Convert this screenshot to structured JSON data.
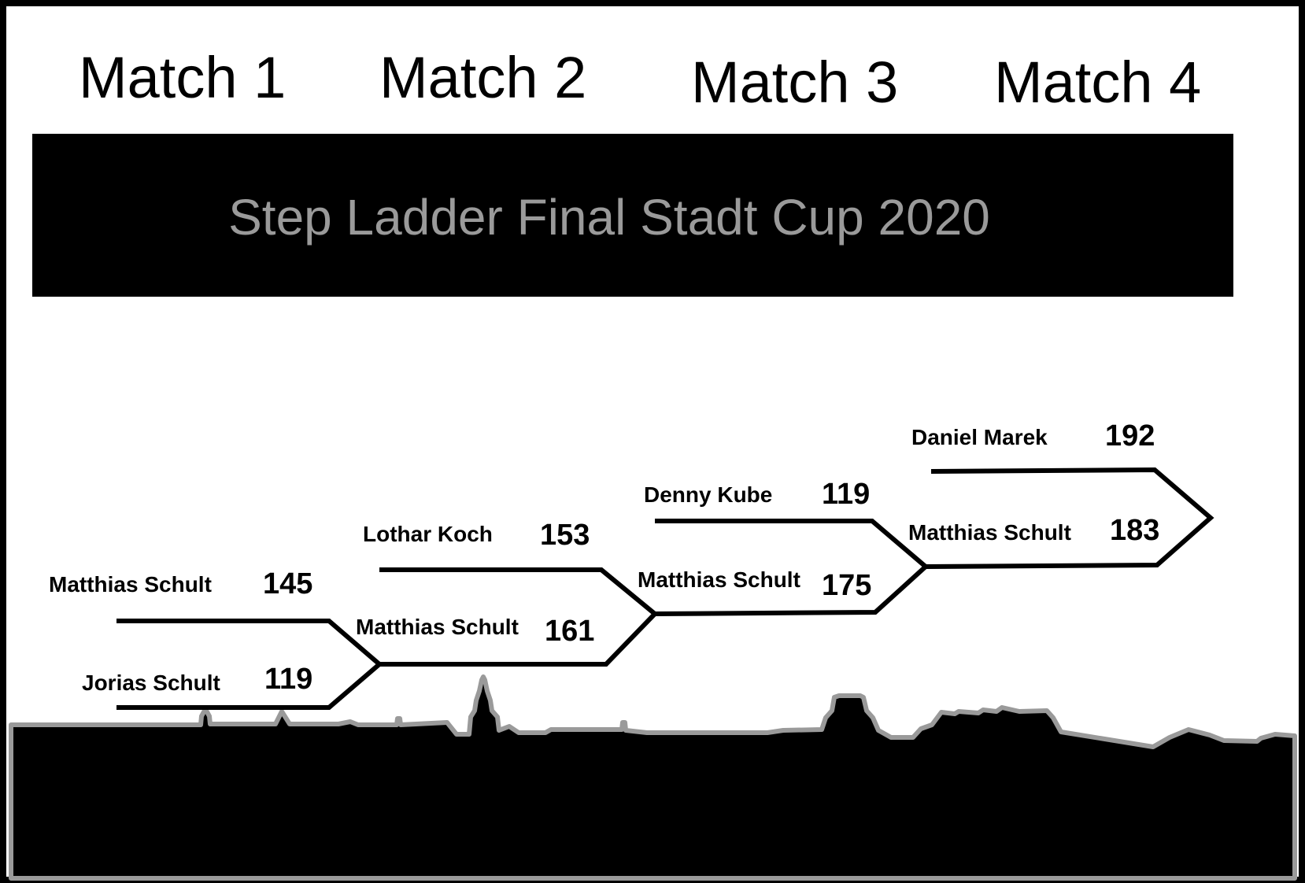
{
  "header": {
    "match_labels": [
      "Match 1",
      "Match 2",
      "Match 3",
      "Match 4"
    ]
  },
  "banner": {
    "title": "Step Ladder Final Stadt Cup 2020"
  },
  "colors": {
    "background": "#ffffff",
    "frame": "#000000",
    "banner_fill": "#000000",
    "banner_text": "#9a9a9a",
    "skyline_fill": "#000000",
    "skyline_outline": "#9a9a9a"
  },
  "matches": [
    {
      "top": {
        "name": "Matthias Schult",
        "score": "145"
      },
      "bottom": {
        "name": "Jorias Schult",
        "score": "119"
      }
    },
    {
      "top": {
        "name": "Lothar Koch",
        "score": "153"
      },
      "bottom": {
        "name": "Matthias Schult",
        "score": "161"
      }
    },
    {
      "top": {
        "name": "Denny Kube",
        "score": "119"
      },
      "bottom": {
        "name": "Matthias Schult",
        "score": "175"
      }
    },
    {
      "top": {
        "name": "Daniel Marek",
        "score": "192"
      },
      "bottom": {
        "name": "Matthias Schult",
        "score": "183"
      }
    }
  ],
  "icons": {
    "skyline": "city-skyline-silhouette"
  }
}
